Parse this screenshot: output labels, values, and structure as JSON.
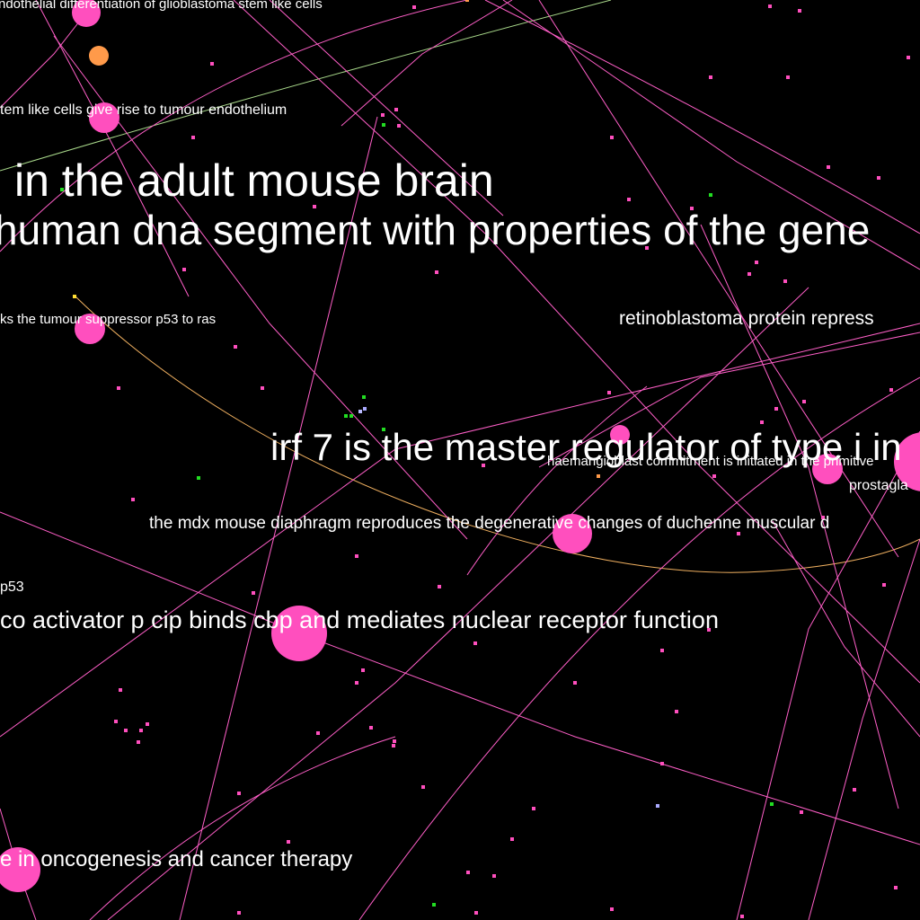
{
  "colors": {
    "background": "#000000",
    "paper_node": "#ff4fbe",
    "highlight_node": "#ff9a4a",
    "gene_node": "#22dd22",
    "edge": "#ff5fc8",
    "edge_alt_green": "#a8d88a",
    "edge_alt_orange": "#f0b060",
    "label": "#ffffff"
  },
  "labels": {
    "glioblastoma_differentiation": "ndothelial differentiation of glioblastoma stem like cells",
    "stem_cells_endothelium": "tem like cells give rise to tumour endothelium",
    "adult_mouse_brain": "in the adult mouse brain",
    "human_dna_segment": "human dna segment with properties of the gene",
    "p53_ras": "ks the tumour suppressor p53 to ras",
    "retinoblastoma": "retinoblastoma protein repress",
    "irf7": "irf 7 is the master regulator of type i in",
    "haemangioblast": "haemangioblast commitment is initiated in the primitive",
    "prostagla": "prostagla",
    "mdx_mouse": "the mdx mouse diaphragm reproduces the degenerative changes of duchenne muscular d",
    "p53_fragment": "p53",
    "pcip_cbp": "co activator p cip binds cbp and mediates nuclear receptor function",
    "oncogenesis": "e in oncogenesis and cancer therapy"
  }
}
